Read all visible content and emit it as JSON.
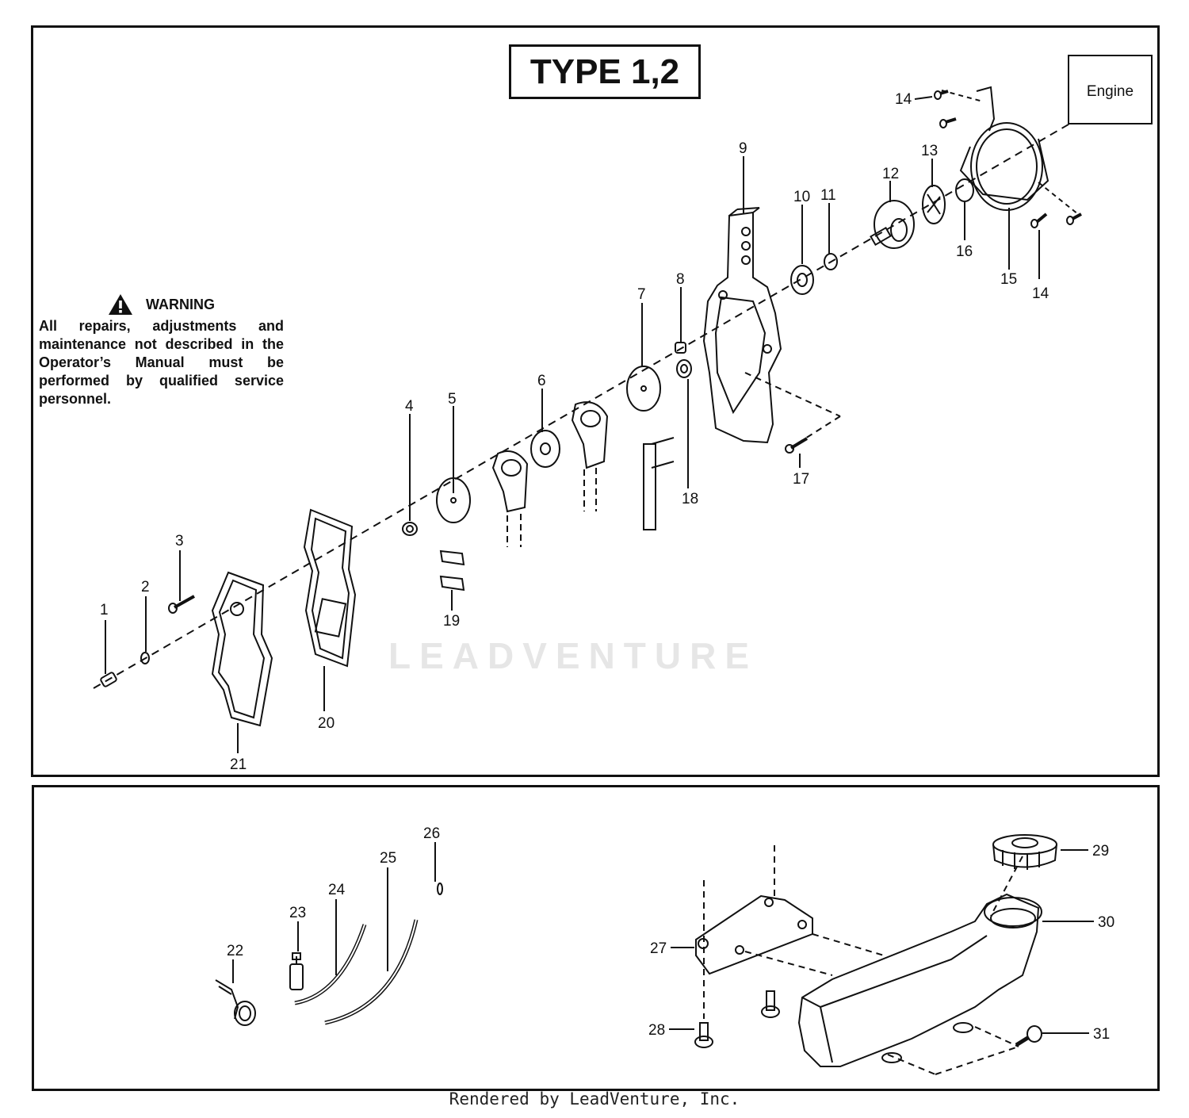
{
  "diagram": {
    "title": "TYPE 1,2",
    "engine_label": "Engine",
    "warning": {
      "heading": "WARNING",
      "text": "All repairs, adjustments and maintenance not described in the Operator’s Manual must be performed by qualified service personnel."
    },
    "watermark": "LEADVENTURE",
    "callouts": [
      "1",
      "2",
      "3",
      "4",
      "5",
      "6",
      "7",
      "8",
      "9",
      "10",
      "11",
      "12",
      "13",
      "14",
      "14",
      "15",
      "16",
      "17",
      "18",
      "19",
      "20",
      "21",
      "22",
      "23",
      "24",
      "25",
      "26",
      "27",
      "28",
      "29",
      "30",
      "31"
    ]
  },
  "footer": {
    "text": "Rendered by LeadVenture, Inc."
  }
}
